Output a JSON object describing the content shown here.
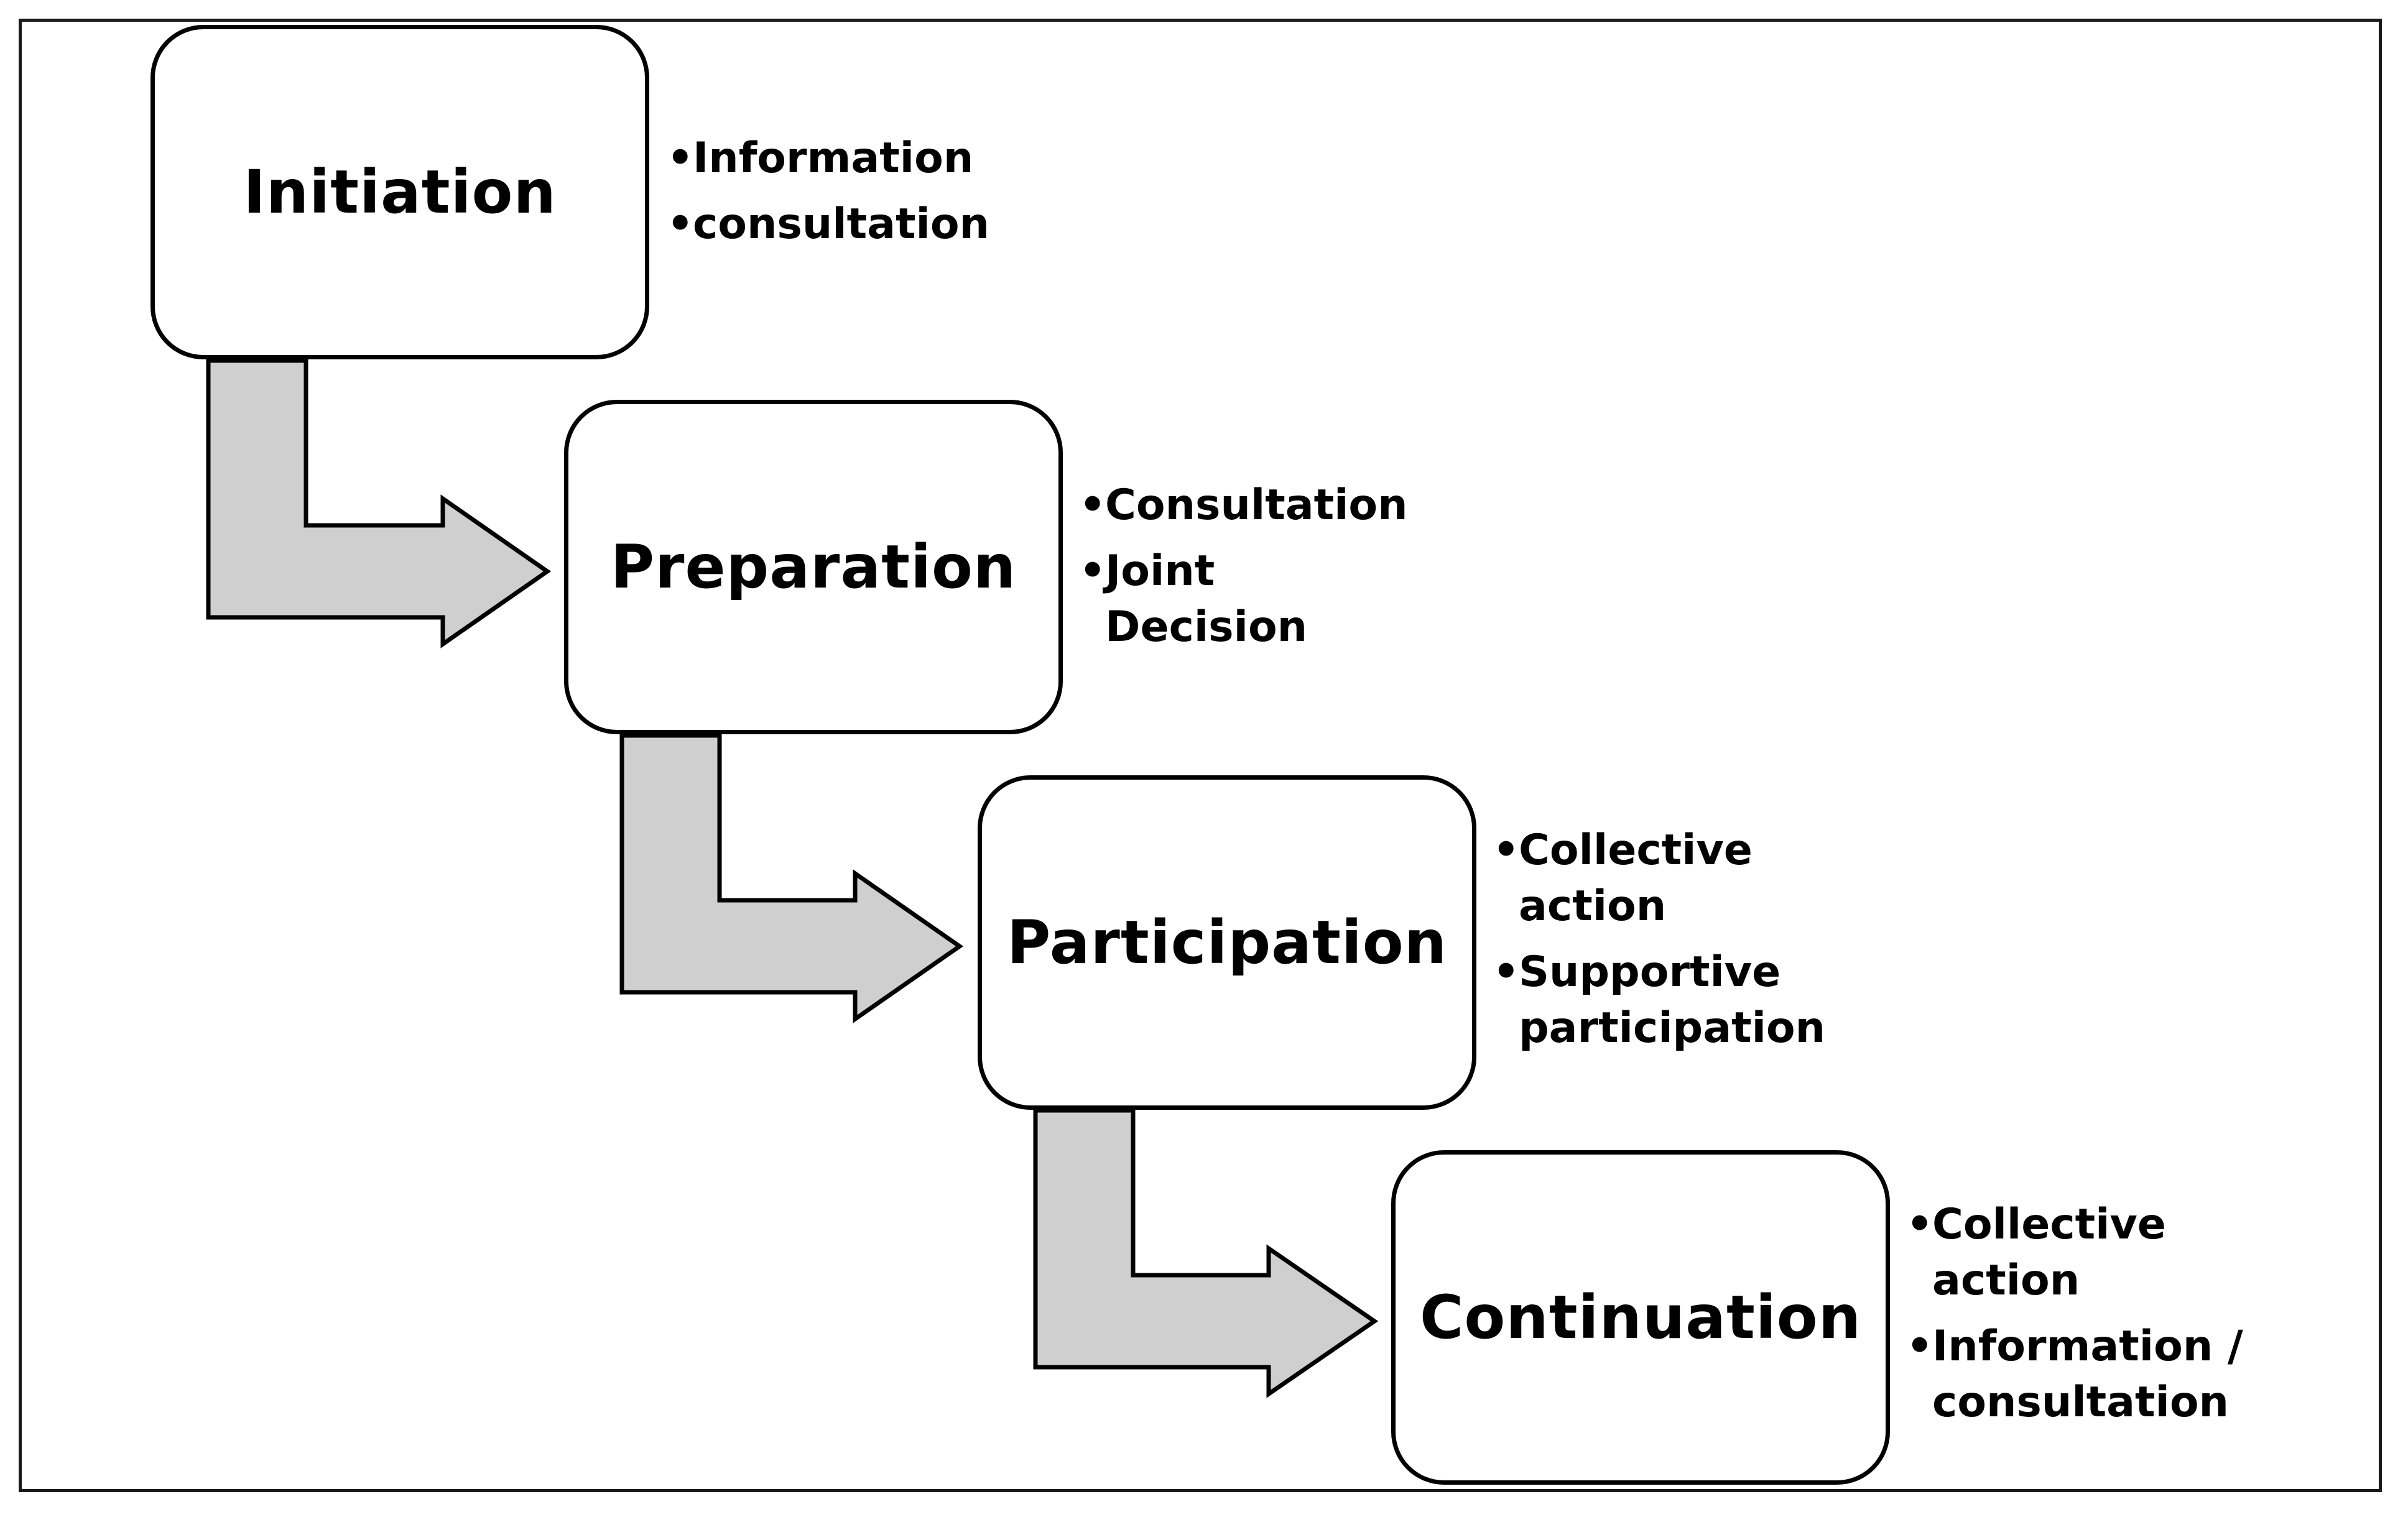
{
  "stages": [
    {
      "title": "Initiation",
      "bullets": [
        "Information",
        "consultation"
      ]
    },
    {
      "title": "Preparation",
      "bullets": [
        "Consultation",
        "Joint\nDecision"
      ]
    },
    {
      "title": "Participation",
      "bullets": [
        "Collective\naction",
        "Supportive\nparticipation"
      ]
    },
    {
      "title": "Continuation",
      "bullets": [
        "Collective\naction",
        "Information /\nconsultation"
      ]
    }
  ],
  "bullet_glyph": "•",
  "colors": {
    "arrow_fill": "#cfcfcf",
    "stroke": "#000000",
    "box_fill": "#ffffff"
  }
}
